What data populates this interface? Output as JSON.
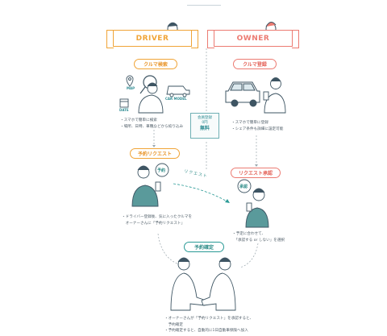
{
  "roles": {
    "driver": "DRIVER",
    "owner": "OWNER"
  },
  "steps": {
    "car_search": "クルマ検索",
    "car_register": "クルマ登録",
    "reservation_request": "予約リクエスト",
    "request_approval": "リクエスト承認",
    "booking_confirmed": "予約確定"
  },
  "free_badge": {
    "line1": "会員登録",
    "line2": "0円",
    "line3": "無料"
  },
  "driver_search_notes": [
    "・スマホで簡単に検索",
    "・場所、日時、車種などから絞り込み"
  ],
  "owner_register_notes": [
    "・スマホで簡単に登録",
    "・シェア条件も詳細に設定可能"
  ],
  "driver_request_notes": [
    "・ドライバー登録後、気に入ったクルマを",
    "　オーナーさんに「予約リクエスト」"
  ],
  "owner_approval_notes": [
    "・予定に合わせて、",
    "　「承認する or しない」を選択"
  ],
  "confirm_notes": [
    "・オーナーさんが「予約リクエスト」を承認すると、",
    "　予約確定",
    "・予約確定すると、自動的に1日自動車保険へ加入"
  ],
  "arrow_label": "リクエスト",
  "map_labels": {
    "map": "MAP",
    "car_model": "CAR MODEL",
    "date": "DATE"
  },
  "bubble_request": "予約",
  "bubble_approve": "承認",
  "colors": {
    "driver": "#f0a437",
    "owner": "#ec7b72",
    "teal": "#2a9a96",
    "line": "#3e5563"
  }
}
